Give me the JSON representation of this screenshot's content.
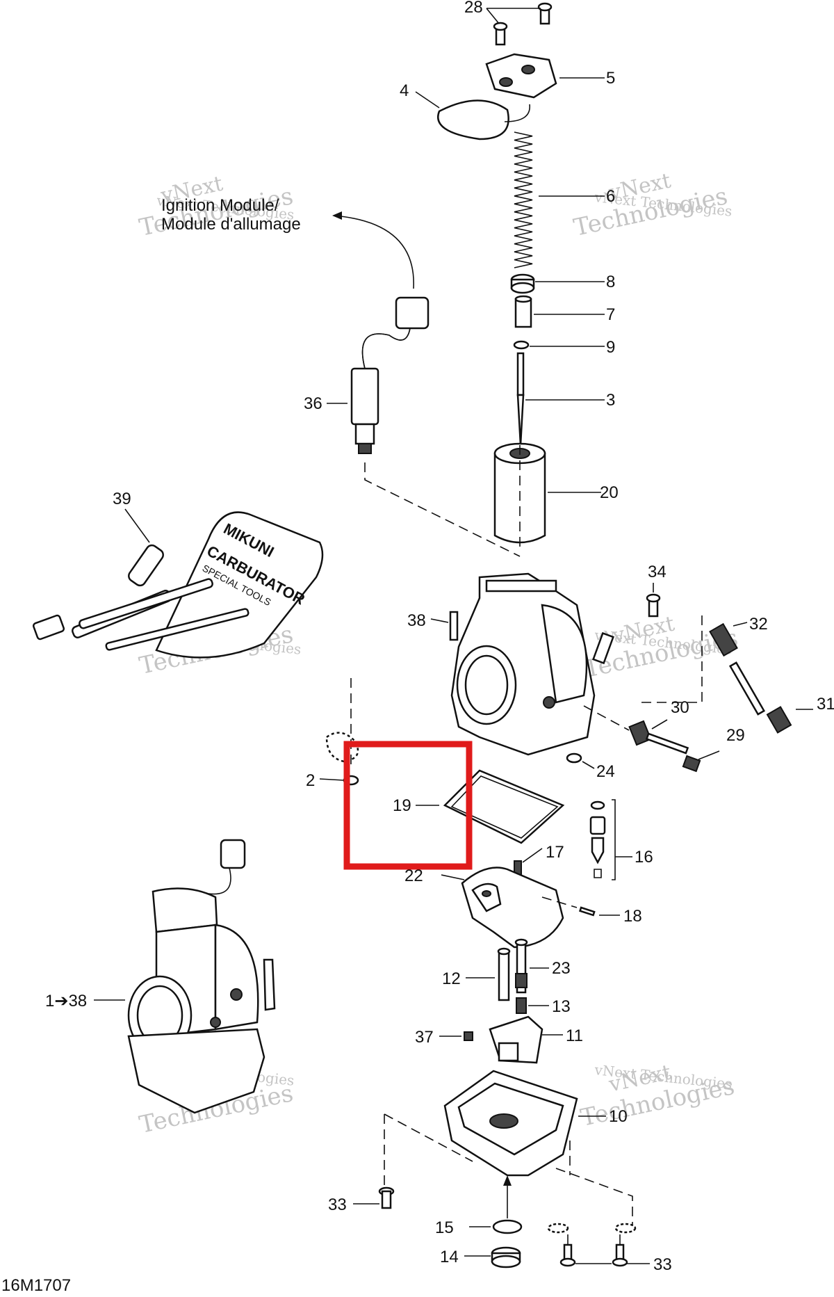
{
  "ignition_caption": {
    "line1": "Ignition Module/",
    "line2": "Module d'allumage"
  },
  "watermark_line1": "vNext",
  "watermark_line2": "Technologies",
  "watermark_single": "vNext Technologies",
  "drawing_code": "16M1707",
  "highlight_color": "#e01b1b",
  "callouts": {
    "c28": "28",
    "c5": "5",
    "c4": "4",
    "c6": "6",
    "c8": "8",
    "c7": "7",
    "c9": "9",
    "c3": "3",
    "c36": "36",
    "c20": "20",
    "c39": "39",
    "c34": "34",
    "c38": "38",
    "c32": "32",
    "c31": "31",
    "c30": "30",
    "c29": "29",
    "c24": "24",
    "c2": "2",
    "c19": "19",
    "c17": "17",
    "c16": "16",
    "c22": "22",
    "c18": "18",
    "c12": "12",
    "c23": "23",
    "c13": "13",
    "c1_38": "1➔38",
    "c37": "37",
    "c11": "11",
    "c10": "10",
    "c33a": "33",
    "c15": "15",
    "c14": "14",
    "c33b": "33"
  },
  "tool_kit_text": {
    "line1": "MIKUNI",
    "line2": "CARBURATOR",
    "line3": "SPECIAL TOOLS"
  }
}
